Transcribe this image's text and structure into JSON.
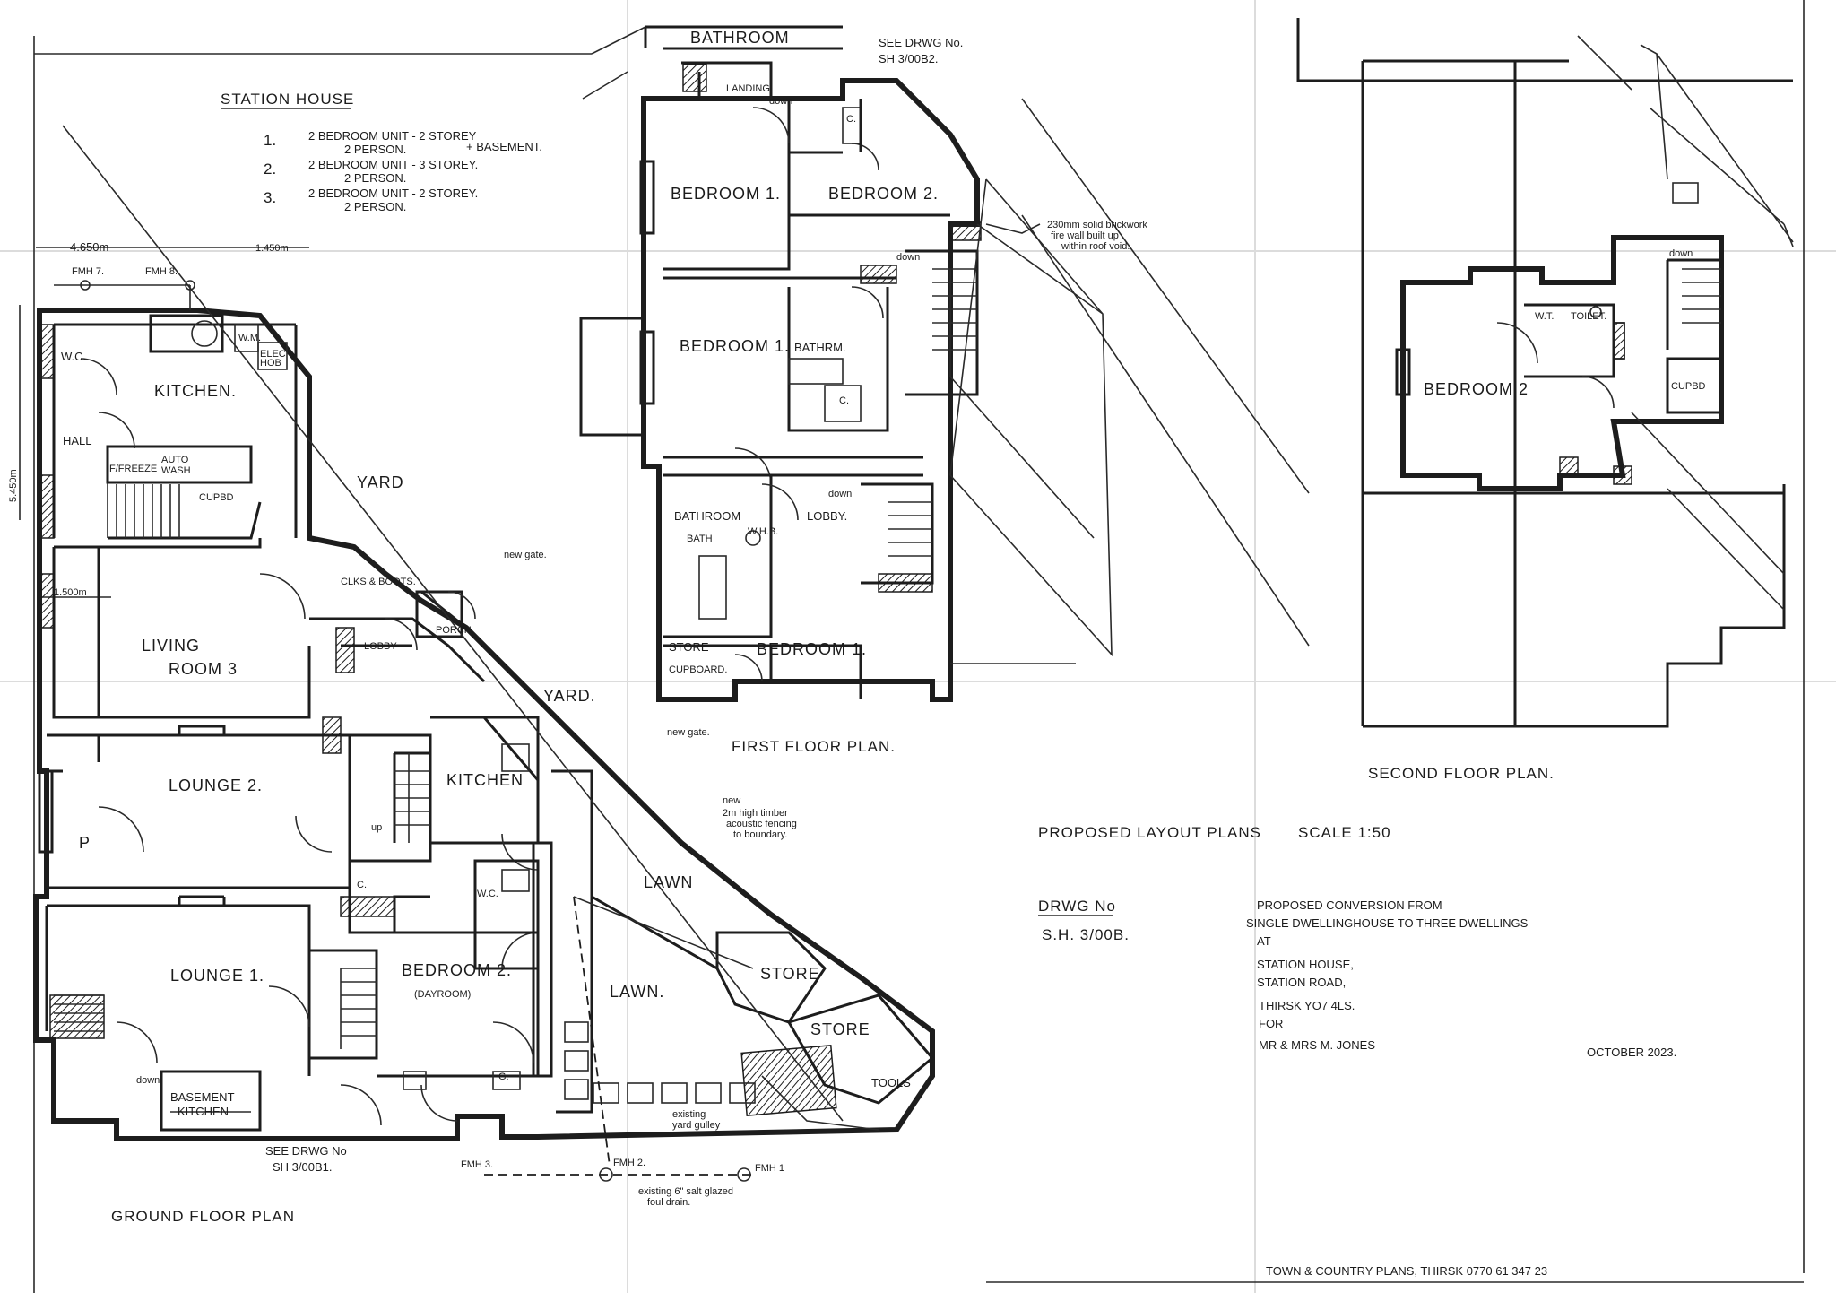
{
  "header": {
    "title": "STATION HOUSE",
    "units": [
      {
        "num": "1.",
        "line1": "2 BEDROOM UNIT - 2 STOREY",
        "line2": "2 PERSON.",
        "line3": "+ BASEMENT."
      },
      {
        "num": "2.",
        "line1": "2 BEDROOM UNIT - 3 STOREY.",
        "line2": "2 PERSON.",
        "line3": ""
      },
      {
        "num": "3.",
        "line1": "2 BEDROOM UNIT - 2 STOREY.",
        "line2": "2 PERSON.",
        "line3": ""
      }
    ]
  },
  "dimensions": {
    "d1": "4.650m",
    "d2": "1.450m",
    "d3": "5.450m",
    "d4": "1.500m"
  },
  "ground_floor": {
    "title": "GROUND FLOOR PLAN",
    "rooms": {
      "kitchen1": "KITCHEN.",
      "hall": "HALL",
      "wc1": "W.C.",
      "yard1": "YARD",
      "clks": "CLKS & BOOTS.",
      "lobby": "LOBBY",
      "porch": "PORCH",
      "living_a": "LIVING",
      "living_b": "ROOM 3",
      "yard2": "YARD.",
      "lounge2": "LOUNGE 2.",
      "kitchen2": "KITCHEN",
      "lounge1": "LOUNGE 1.",
      "bedroom2": "BEDROOM 2.",
      "dayroom": "(DAYROOM)",
      "wc2": "W.C.",
      "lawn1": "LAWN",
      "lawn2": "LAWN.",
      "store1": "STORE",
      "store2": "STORE",
      "tools": "TOOLS",
      "basement_a": "BASEMENT",
      "basement_b": "KITCHEN"
    },
    "fittings": {
      "fmh7": "FMH 7.",
      "fmh8": "FMH 8.",
      "wm": "W.M.",
      "elec_a": "ELEC",
      "elec_b": "HOB",
      "ffreeze": "F/FREEZE",
      "autowash_a": "AUTO",
      "autowash_b": "WASH",
      "cupbd": "CUPBD",
      "up": "up",
      "down": "down",
      "c": "C.",
      "p": "P",
      "g": "G."
    },
    "notes": {
      "new_gate_a": "new gate.",
      "new_gate_b": "new gate.",
      "fence_1": "new",
      "fence_2": "2m high timber",
      "fence_3": "acoustic fencing",
      "fence_4": "to boundary.",
      "gulley_1": "existing",
      "gulley_2": "yard gulley",
      "see_dwg_1": "SEE DRWG No",
      "see_dwg_2": "SH 3/00B1.",
      "fmh3": "FMH 3.",
      "fmh2": "FMH 2.",
      "fmh1": "FMH 1",
      "drain_1": "existing 6\" salt glazed",
      "drain_2": "foul drain."
    }
  },
  "first_floor": {
    "title": "FIRST FLOOR PLAN.",
    "rooms": {
      "bathroom_top": "BATHROOM",
      "landing": "LANDING",
      "bedroom1a": "BEDROOM 1.",
      "bedroom2": "BEDROOM 2.",
      "bedroom1b": "BEDROOM 1.",
      "bathrm": "BATHRM.",
      "bathroom_b": "BATHROOM",
      "lobby": "LOBBY.",
      "bedroom1c": "BEDROOM 1.",
      "store": "STORE",
      "cupboard": "CUPBOARD.",
      "bath": "BATH",
      "whb": "W.H.B.",
      "down1": "down",
      "down2": "down",
      "down3": "down",
      "c1": "C.",
      "c2": "C."
    },
    "notes": {
      "see_dwg_1": "SEE DRWG No.",
      "see_dwg_2": "SH 3/00B2.",
      "wall_1": "230mm solid brickwork",
      "wall_2": "fire wall built up",
      "wall_3": "within roof void."
    }
  },
  "second_floor": {
    "title": "SECOND FLOOR PLAN.",
    "rooms": {
      "bedroom2": "BEDROOM 2",
      "wt": "W.T.",
      "toilet": "TOILET.",
      "cupbd": "CUPBD",
      "down": "down"
    }
  },
  "title_block": {
    "proposed": "PROPOSED LAYOUT PLANS",
    "scale": "SCALE 1:50",
    "drwg_label": "DRWG No",
    "drwg_no": "S.H. 3/00B.",
    "desc_1": "PROPOSED CONVERSION FROM",
    "desc_2": "SINGLE DWELLINGHOUSE TO THREE DWELLINGS",
    "desc_3": "AT",
    "desc_4": "STATION HOUSE,",
    "desc_5": "STATION ROAD,",
    "desc_6": "THIRSK YO7 4LS.",
    "desc_7": "FOR",
    "desc_8": "MR & MRS M. JONES",
    "date": "OCTOBER 2023.",
    "footer": "TOWN & COUNTRY PLANS, THIRSK 0770 61 347 23"
  }
}
